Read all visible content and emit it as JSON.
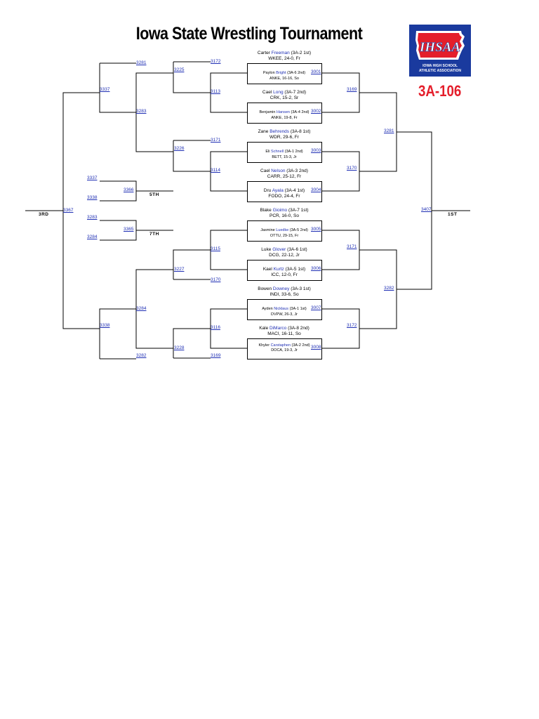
{
  "header": {
    "title": "Iowa State Wrestling Tournament",
    "weight_class": "3A-106",
    "logo_text": "IHSAA",
    "logo_subtitle_1": "IOWA HIGH SCHOOL",
    "logo_subtitle_2": "ATHLETIC ASSOCIATION",
    "accent_red": "#e41e2b",
    "accent_blue": "#1a3a9e"
  },
  "wrestlers": [
    {
      "first": "Carter",
      "last": "Freeman",
      "seed": "(3A-2 1st)",
      "record": "WKEE, 24-0, Fr"
    },
    {
      "first": "Paylon",
      "last": "Bright",
      "seed": "(3A-6 2nd)",
      "record": "ANKE, 16-16, So"
    },
    {
      "first": "Cael",
      "last": "Long",
      "seed": "(3A-7 2nd)",
      "record": "CRK, 15-2, Sr"
    },
    {
      "first": "Benjamin",
      "last": "Hansen",
      "seed": "(3A-4 2nd)",
      "record": "ANKE, 19-8, Fr"
    },
    {
      "first": "Zane",
      "last": "Behrends",
      "seed": "(3A-8 1st)",
      "record": "WDR, 29-6, Fr"
    },
    {
      "first": "Eli",
      "last": "Schnell",
      "seed": "(3A-1 2nd)",
      "record": "BETT, 15-3, Jr"
    },
    {
      "first": "Cael",
      "last": "Nelson",
      "seed": "(3A-3 2nd)",
      "record": "CARR, 25-12, Fr"
    },
    {
      "first": "Dru",
      "last": "Ayala",
      "seed": "(3A-4 1st)",
      "record": "FODO, 24-4, Fr"
    },
    {
      "first": "Blake",
      "last": "Gioimo",
      "seed": "(3A-7 1st)",
      "record": "PCR, 16-0, So"
    },
    {
      "first": "Jasmine",
      "last": "Luedke",
      "seed": "(3A-5 2nd)",
      "record": "OTTU, 29-15, Fr"
    },
    {
      "first": "Luke",
      "last": "Glover",
      "seed": "(3A-6 1st)",
      "record": "DCG, 22-12, Jr"
    },
    {
      "first": "Kael",
      "last": "Kurtz",
      "seed": "(3A-5 1st)",
      "record": "ICC, 12-0, Fr"
    },
    {
      "first": "Bowen",
      "last": "Downey",
      "seed": "(3A-3 1st)",
      "record": "INDI, 33-6, So"
    },
    {
      "first": "Ayden",
      "last": "Nicklaus",
      "seed": "(3A-1 1st)",
      "record": "DVPW, 26-3, Jr"
    },
    {
      "first": "Kale",
      "last": "DiMarco",
      "seed": "(3A-8 2nd)",
      "record": "MACI, 16-11, So"
    },
    {
      "first": "Khyler",
      "last": "Carstaphen",
      "seed": "(3A-2 2nd)",
      "record": "DOCA, 19-3, Jr"
    }
  ],
  "first_round_bouts": [
    "3001",
    "3002",
    "3003",
    "3004",
    "3005",
    "3006",
    "3007",
    "3008"
  ],
  "quarter_bouts": [
    "3169",
    "3170",
    "3171",
    "3172"
  ],
  "semi_bouts": [
    "3281",
    "3282"
  ],
  "final_bout": "3407",
  "consolation": {
    "cons1": [
      "3172",
      "3113",
      "3171",
      "3114",
      "3115",
      "3170",
      "3116",
      "3169"
    ],
    "cons2": [
      "3225",
      "3226",
      "3227",
      "3228"
    ],
    "cons3_top": [
      "3281",
      "3283"
    ],
    "cons3_bottom": [
      "3284",
      "3282"
    ],
    "cons_semis": [
      "3337",
      "3338"
    ],
    "third_place_bout": "3367",
    "fifth": {
      "in_top": "3337",
      "in_bottom": "3338",
      "bout": "3366"
    },
    "seventh": {
      "in_top": "3283",
      "in_bottom": "3284",
      "bout": "3365"
    }
  },
  "places": {
    "first": "1ST",
    "third": "3RD",
    "fifth": "5TH",
    "seventh": "7TH"
  }
}
